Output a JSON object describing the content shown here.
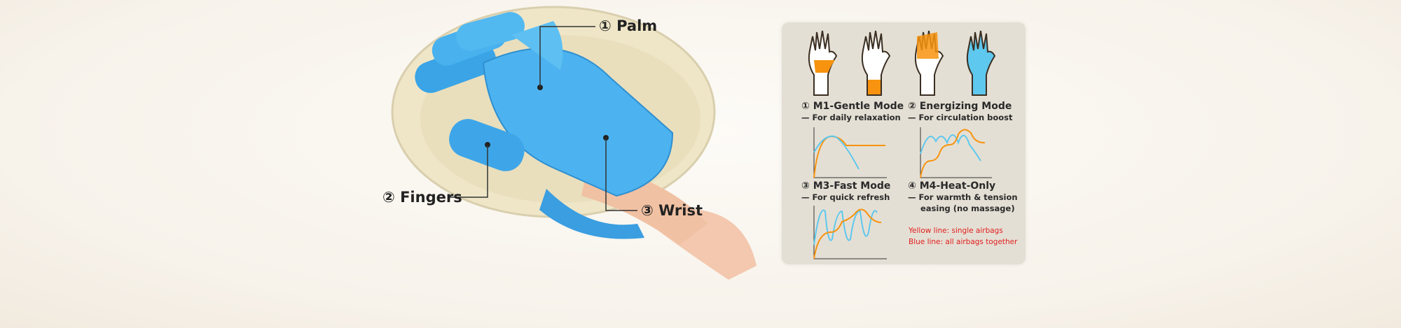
{
  "callouts": {
    "palm": "① Palm",
    "fingers": "② Fingers",
    "wrist": "③ Wrist"
  },
  "modes": [
    {
      "title": "① M1-Gentle Mode",
      "subtitle": "— For daily relaxation"
    },
    {
      "title": "② Energizing Mode",
      "subtitle": "— For circulation boost"
    },
    {
      "title": "③ M3-Fast Mode",
      "subtitle": "— For quick refresh"
    },
    {
      "title": "④ M4-Heat-Only",
      "subtitle": "— For warmth & tension",
      "subtitle2": "easing (no massage)"
    }
  ],
  "legend": {
    "yellow": "Yellow line: single airbags",
    "blue": "Blue line: all airbags together"
  },
  "colors": {
    "orange": "#f7930e",
    "blue": "#5ec8ee",
    "legend": "#e02020"
  }
}
